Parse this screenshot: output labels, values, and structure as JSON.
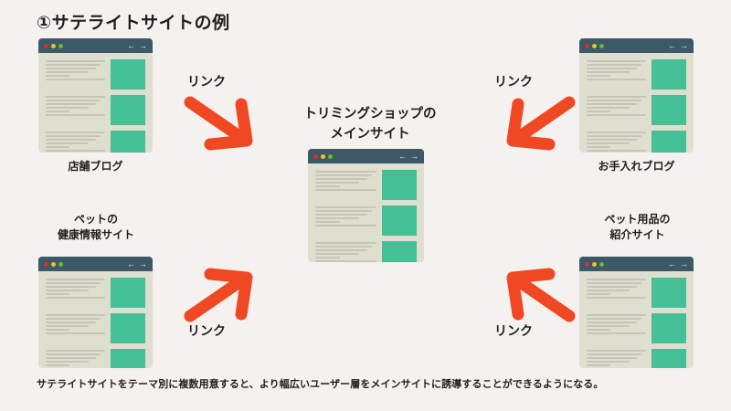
{
  "page": {
    "title": "①サテライトサイトの例",
    "caption": "サテライトサイトをテーマ別に複数用意すると、より幅広いユーザー層をメインサイトに誘導することができるようになる。",
    "background_color": "#f4f1ef",
    "accent_color": "#ef4823",
    "window_chrome_color": "#3d5866",
    "window_body_color": "#dfdfd0",
    "thumbnail_color": "#45bf95",
    "text_color": "#231f20"
  },
  "main_site": {
    "heading": "トリミングショップの\nメインサイト",
    "window": {
      "nav_back_icon": "arrow-left-icon",
      "nav_forward_icon": "arrow-right-icon",
      "traffic_lights": [
        "close-dot",
        "minimize-dot",
        "maximize-dot"
      ]
    }
  },
  "satellites": [
    {
      "id": "store-blog",
      "label": "店舗ブログ",
      "label_position": "below",
      "arrow_label": "リンク"
    },
    {
      "id": "grooming-blog",
      "label": "お手入れブログ",
      "label_position": "below",
      "arrow_label": "リンク"
    },
    {
      "id": "pet-health-site",
      "label": "ペットの\n健康情報サイト",
      "label_position": "above",
      "arrow_label": "リンク"
    },
    {
      "id": "pet-goods-site",
      "label": "ペット用品の\n紹介サイト",
      "label_position": "above",
      "arrow_label": "リンク"
    }
  ],
  "window_chrome": {
    "nav_back_icon": "arrow-left-icon",
    "nav_forward_icon": "arrow-right-icon",
    "back_glyph": "←",
    "forward_glyph": "→"
  }
}
